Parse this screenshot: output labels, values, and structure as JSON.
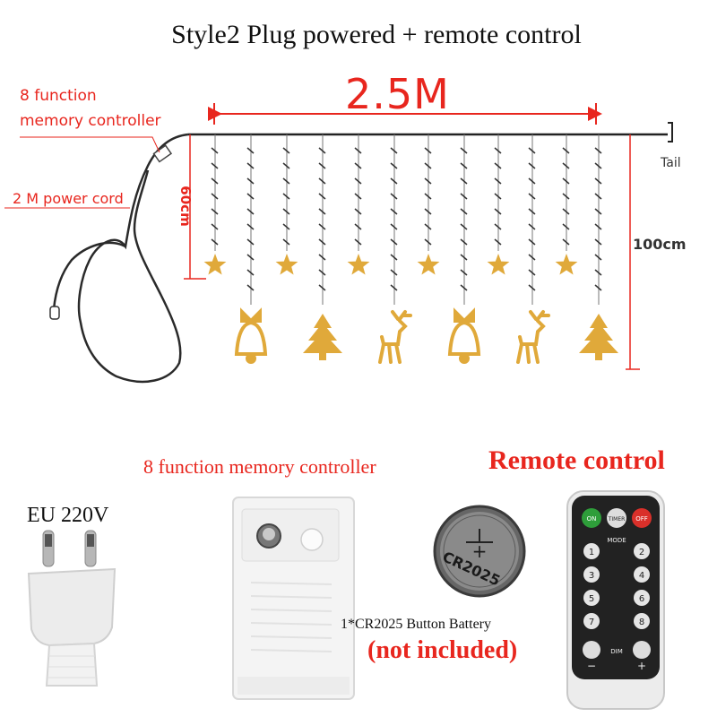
{
  "header": {
    "title": "Style2  Plug powered + remote control",
    "length": "2.5M"
  },
  "diagram": {
    "controller_label_line1": "8 function",
    "controller_label_line2": "memory controller",
    "power_cord_label": "2 M power cord",
    "short_height": "60cm",
    "long_height": "100cm",
    "tail_label": "Tail",
    "star_count": 6,
    "ornaments": [
      "bell",
      "tree",
      "reindeer",
      "bell",
      "reindeer",
      "tree"
    ]
  },
  "products": {
    "controller_title": "8 function memory controller",
    "remote_title": "Remote control",
    "plug_label": "EU 220V",
    "battery_text": "CR2025",
    "battery_label": "1*CR2025 Button Battery",
    "not_included": "(not included)",
    "remote_buttons": {
      "on": "ON",
      "timer": "TIMER",
      "off": "OFF",
      "mode": "MODE",
      "dim": "DIM",
      "minus": "−",
      "plus": "+",
      "numbers": [
        "1",
        "2",
        "3",
        "4",
        "5",
        "6",
        "7",
        "8"
      ]
    }
  },
  "colors": {
    "accent_red": "#e8261e",
    "gold": "#e0a93a",
    "wire": "#333333"
  }
}
